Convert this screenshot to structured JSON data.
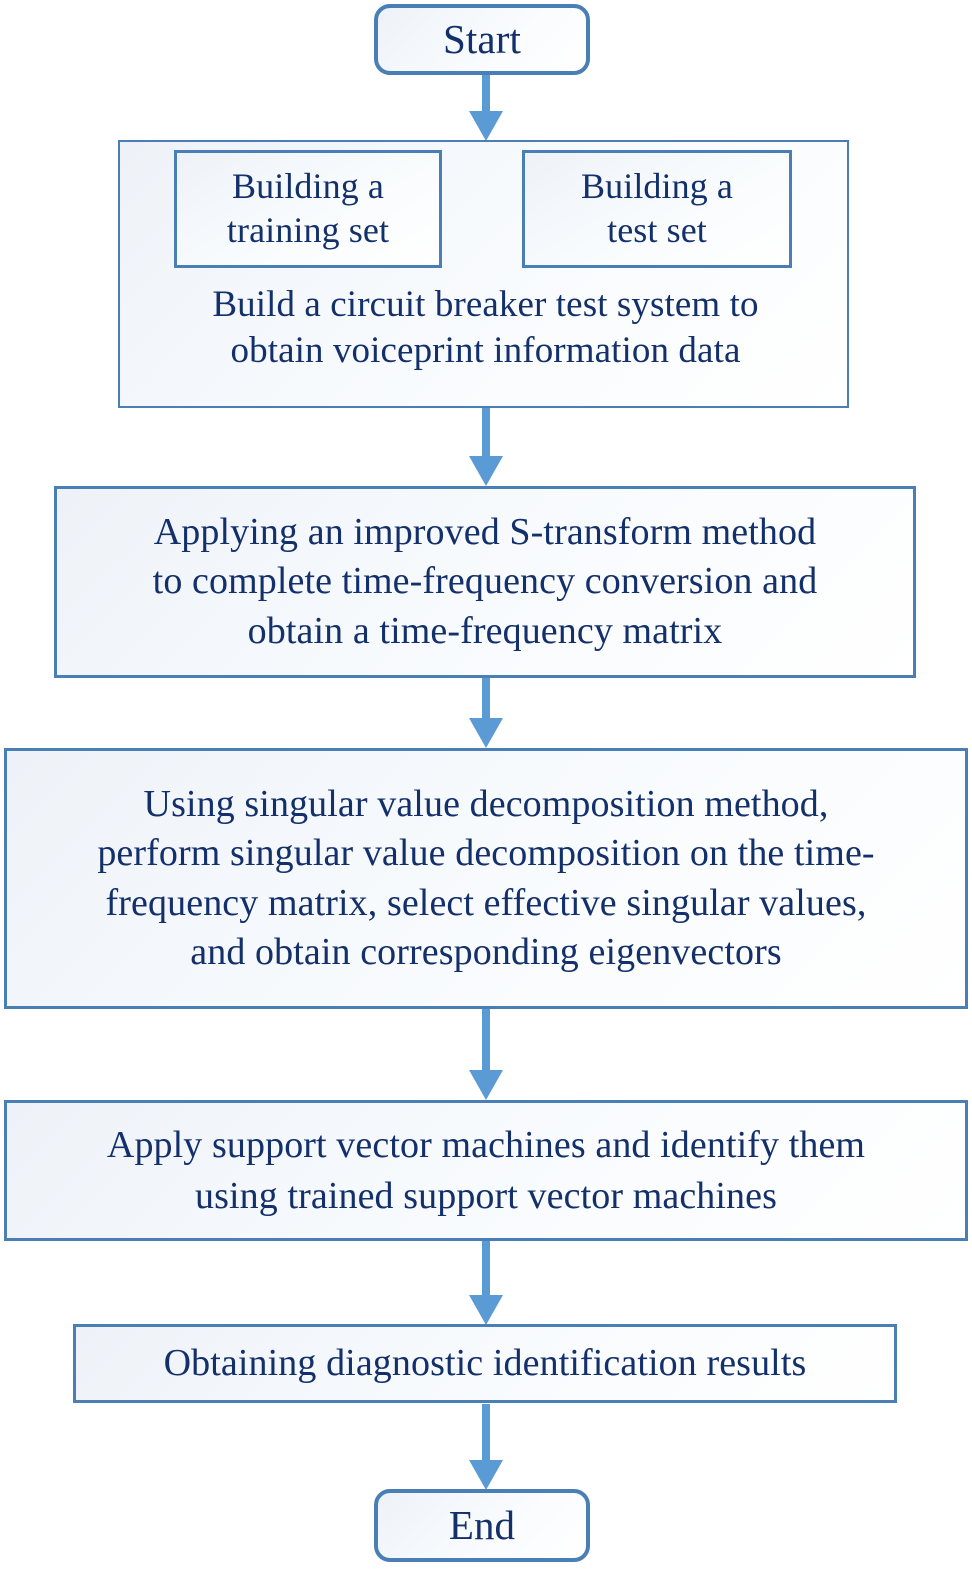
{
  "diagram": {
    "title": "Circuit breaker voiceprint fault diagnosis flowchart",
    "type": "flowchart",
    "orientation": "top-to-bottom",
    "colors": {
      "node_border": "#4a7fb5",
      "arrow": "#5B9BD5",
      "text": "#13306b",
      "node_fill": "#f5f8fc",
      "background": "#ffffff"
    },
    "nodes": {
      "start": {
        "label": "Start",
        "shape": "rounded-rectangle"
      },
      "data_acquisition": {
        "caption": "Build a circuit breaker test system to\nobtain voiceprint information data",
        "shape": "rectangle",
        "sub_boxes": [
          {
            "label": "Building a\ntraining set",
            "shape": "rectangle"
          },
          {
            "label": "Building a\ntest set",
            "shape": "rectangle"
          }
        ]
      },
      "s_transform": {
        "label": "Applying an improved S-transform method\nto complete time-frequency conversion and\nobtain a time-frequency matrix",
        "shape": "rectangle"
      },
      "svd": {
        "label": "Using singular value decomposition method,\nperform singular value decomposition on the time-\nfrequency matrix, select effective singular values,\nand obtain corresponding eigenvectors",
        "shape": "rectangle"
      },
      "svm": {
        "label": "Apply support vector machines and identify them\nusing trained support vector machines",
        "shape": "rectangle"
      },
      "results": {
        "label": "Obtaining diagnostic identification results",
        "shape": "rectangle"
      },
      "end": {
        "label": "End",
        "shape": "rounded-rectangle"
      }
    },
    "connectors": [
      {
        "from": "start",
        "to": "data_acquisition",
        "style": "arrow-down"
      },
      {
        "from": "data_acquisition",
        "to": "s_transform",
        "style": "arrow-down"
      },
      {
        "from": "s_transform",
        "to": "svd",
        "style": "arrow-down"
      },
      {
        "from": "svd",
        "to": "svm",
        "style": "arrow-down"
      },
      {
        "from": "svm",
        "to": "results",
        "style": "arrow-down"
      },
      {
        "from": "results",
        "to": "end",
        "style": "arrow-down"
      }
    ]
  }
}
